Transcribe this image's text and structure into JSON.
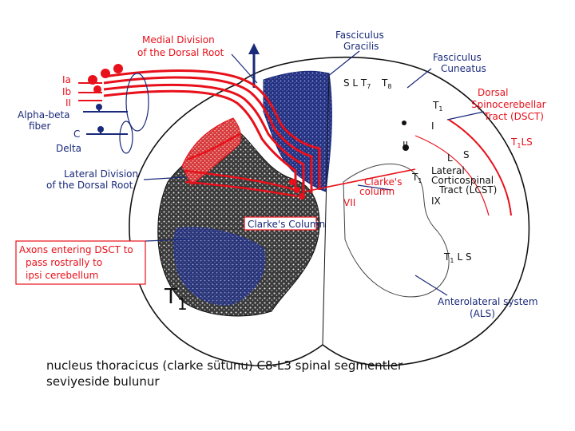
{
  "colors": {
    "red": "#e8101a",
    "navy": "#1a2a7a",
    "black": "#111111"
  },
  "labels": {
    "medial_division": [
      "Medial Division",
      "of the Dorsal Root"
    ],
    "fasciculus_gracilis": [
      "Fasciculus",
      "Gracilis"
    ],
    "fasciculus_cuneatus": [
      "Fasciculus",
      "Cuneatus"
    ],
    "dorsal_scst": [
      "Dorsal",
      "Spinocerebellar",
      "Tract (DSCT)"
    ],
    "ia": "Ia",
    "ib": "Ib",
    "ii": "II",
    "alpha_beta": [
      "Alpha-beta",
      "fiber"
    ],
    "c": "C",
    "delta": "Delta",
    "lateral_division": [
      "Lateral Division",
      "of the Dorsal Root"
    ],
    "clarkes_column_small": [
      "Clarke's",
      "column"
    ],
    "clarkes_column_box": "Clarke's Column",
    "axons_box": [
      "Axons entering DSCT to",
      "pass rostrally to",
      "ipsi cerebellum"
    ],
    "t1_big": "T",
    "t1_big_sub": "1",
    "s_l_t7_t8": "S  L  T",
    "t7_sub": "7",
    "t8": "T",
    "t8_sub": "8",
    "t1_a": "T",
    "t1_a_sub": "1",
    "t1ls": "T",
    "t1ls_sub": "1",
    "t1ls_rest": "LS",
    "l": "L",
    "s": "S",
    "t1_b": "T",
    "t1_b_sub": "1",
    "lateral_cst": [
      "Lateral",
      "Corticospinal",
      "Tract (LCST)"
    ],
    "vii": "VII",
    "ix": "IX",
    "t1_l_s": "T",
    "t1_l_s_sub": "1",
    "t1_l_s_rest": "L  S",
    "anterolateral": "Anterolateral system",
    "als": "(ALS)",
    "roman_i": "I",
    "roman_ii": "II"
  },
  "caption": {
    "line1": "nucleus thoracicus (clarke sütunu) C8-L3 spinal segmentler",
    "line2": "seviyeside bulunur"
  }
}
